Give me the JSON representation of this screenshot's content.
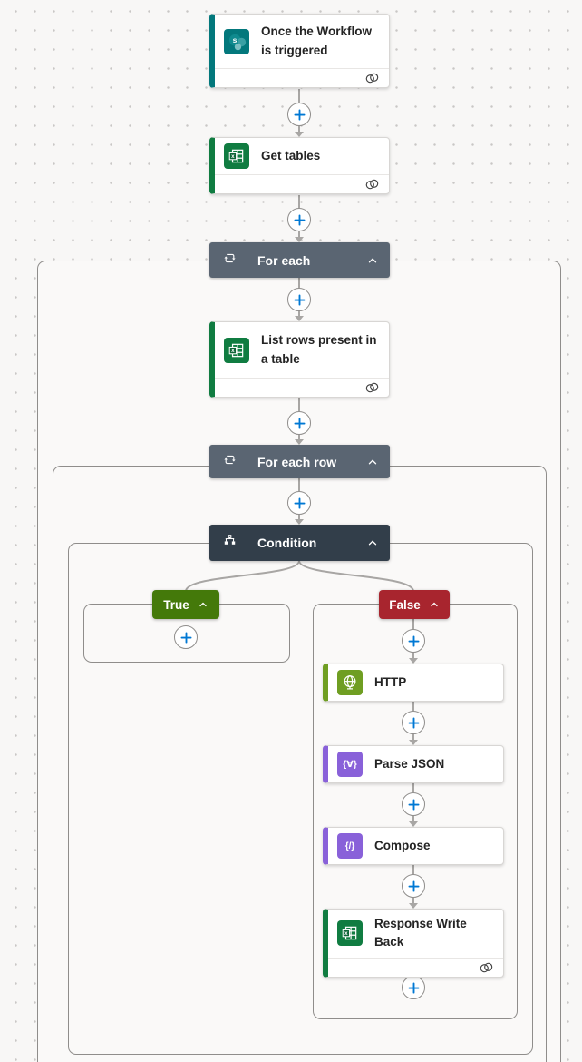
{
  "canvas": {
    "background": "#f8f7f6",
    "dot_color": "#c9c7c5",
    "container_fill": "#faf9f8",
    "container_border": "#8f8d8b",
    "connector_color": "#a8a6a4"
  },
  "plus_button": {
    "color": "#0078d4",
    "icon": "plus-icon"
  },
  "nodes": {
    "trigger": {
      "title": "Once the Workflow is triggered",
      "icon": "sharepoint-trigger-icon",
      "accent": "#03787c",
      "footer_icon": "connection-icon"
    },
    "get_tables": {
      "title": "Get tables",
      "icon": "excel-icon",
      "accent": "#107c41",
      "footer_icon": "connection-icon"
    },
    "list_rows": {
      "title": "List rows present in a table",
      "icon": "excel-icon",
      "accent": "#107c41",
      "footer_icon": "connection-icon"
    },
    "http": {
      "title": "HTTP",
      "icon": "globe-icon",
      "accent": "#6f9e22"
    },
    "parse_json": {
      "title": "Parse JSON",
      "icon": "braces-icon",
      "glyph": "{∀}",
      "accent": "#8961d9"
    },
    "compose": {
      "title": "Compose",
      "icon": "braces-icon",
      "glyph": "{/}",
      "accent": "#8961d9"
    },
    "response": {
      "title": "Response Write Back",
      "icon": "excel-icon",
      "accent": "#107c41",
      "footer_icon": "connection-icon"
    }
  },
  "scopes": {
    "for_each": {
      "label": "For each",
      "color": "#5a6572",
      "icon": "loop-icon",
      "collapse_icon": "chevron-up-icon"
    },
    "for_each_row": {
      "label": "For each row",
      "color": "#5a6572",
      "icon": "loop-icon",
      "collapse_icon": "chevron-up-icon"
    },
    "condition": {
      "label": "Condition",
      "color": "#323e4a",
      "icon": "condition-icon",
      "collapse_icon": "chevron-up-icon"
    }
  },
  "branches": {
    "true_branch": {
      "label": "True",
      "color": "#44790a",
      "collapse_icon": "chevron-up-icon"
    },
    "false_branch": {
      "label": "False",
      "color": "#a8252e",
      "collapse_icon": "chevron-up-icon"
    }
  }
}
